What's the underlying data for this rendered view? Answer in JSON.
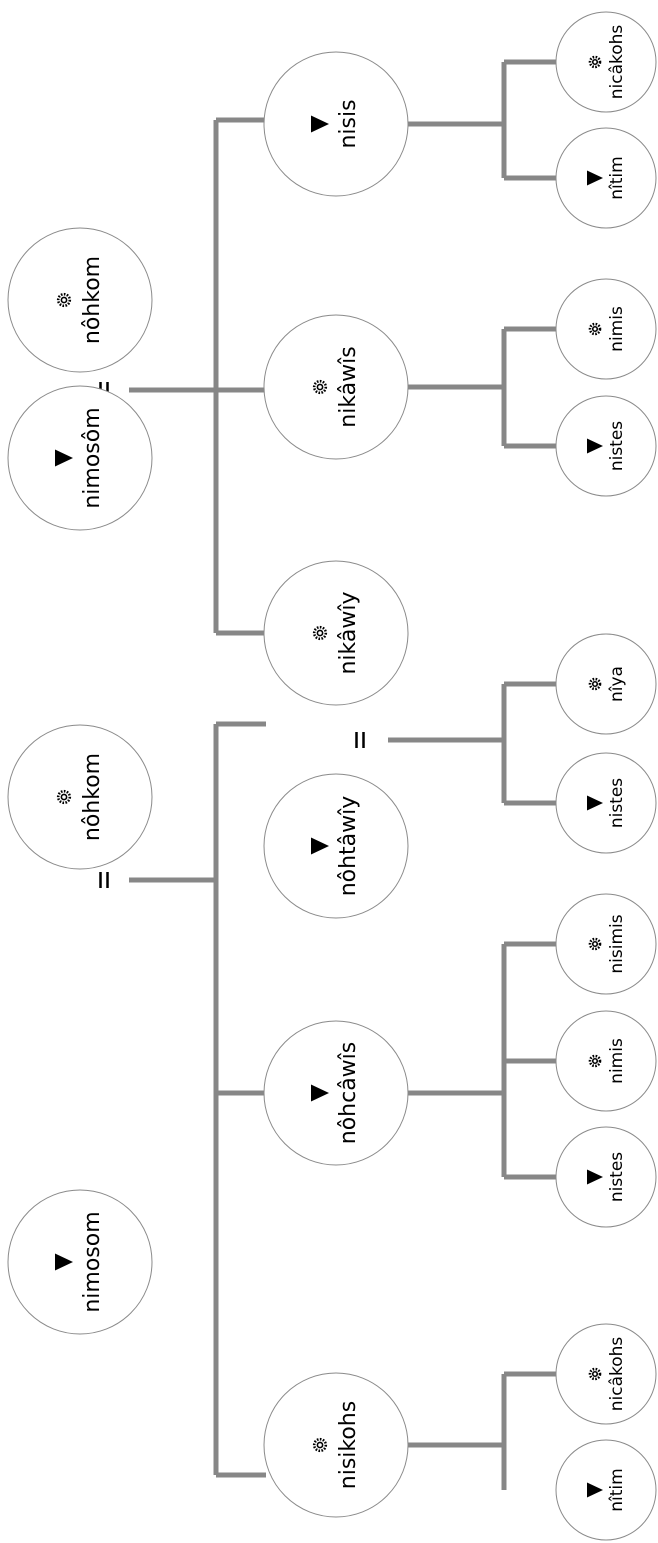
{
  "legend": {
    "male_symbol": "triangle-icon",
    "female_symbol": "flower-icon",
    "couple_symbol": "="
  },
  "people": {
    "p1": {
      "name": "nimosom",
      "sex": "male"
    },
    "p2": {
      "name": "nôhkom",
      "sex": "female"
    },
    "p3": {
      "name": "nimosôm",
      "sex": "male"
    },
    "p4": {
      "name": "nôhkom",
      "sex": "female"
    },
    "p5": {
      "name": "nisikohs",
      "sex": "female"
    },
    "p6": {
      "name": "nôhcâwîs",
      "sex": "male"
    },
    "p7": {
      "name": "nôhtâwîy",
      "sex": "male"
    },
    "p8": {
      "name": "nikâwîy",
      "sex": "female"
    },
    "p9": {
      "name": "nikâwîs",
      "sex": "female"
    },
    "p10": {
      "name": "nisis",
      "sex": "male"
    },
    "p11": {
      "name": "nîtim",
      "sex": "male"
    },
    "p12": {
      "name": "nicâkohs",
      "sex": "female"
    },
    "p13": {
      "name": "nistes",
      "sex": "male"
    },
    "p14": {
      "name": "nimis",
      "sex": "female"
    },
    "p15": {
      "name": "nisimis",
      "sex": "female"
    },
    "p16": {
      "name": "nistes",
      "sex": "male"
    },
    "p17": {
      "name": "nîya",
      "sex": "female"
    },
    "p18": {
      "name": "nistes",
      "sex": "male"
    },
    "p19": {
      "name": "nimis",
      "sex": "female"
    },
    "p20": {
      "name": "nîtim",
      "sex": "male"
    },
    "p21": {
      "name": "nicâkohs",
      "sex": "female"
    }
  },
  "couples": [
    {
      "partners": [
        "p1",
        "p2"
      ],
      "symbol": "="
    },
    {
      "partners": [
        "p3",
        "p4"
      ],
      "symbol": "="
    },
    {
      "partners": [
        "p7",
        "p8"
      ],
      "symbol": "="
    }
  ],
  "families": [
    {
      "parents": [
        "p1",
        "p2"
      ],
      "children": [
        "p5",
        "p6",
        "p7"
      ]
    },
    {
      "parents": [
        "p3",
        "p4"
      ],
      "children": [
        "p8",
        "p9",
        "p10"
      ]
    },
    {
      "parents": [
        "p5"
      ],
      "children": [
        "p11",
        "p12"
      ]
    },
    {
      "parents": [
        "p6"
      ],
      "children": [
        "p13",
        "p14",
        "p15"
      ]
    },
    {
      "parents": [
        "p7",
        "p8"
      ],
      "children": [
        "p16",
        "p17"
      ]
    },
    {
      "parents": [
        "p9"
      ],
      "children": [
        "p18",
        "p19"
      ]
    },
    {
      "parents": [
        "p10"
      ],
      "children": [
        "p20",
        "p21"
      ]
    }
  ]
}
